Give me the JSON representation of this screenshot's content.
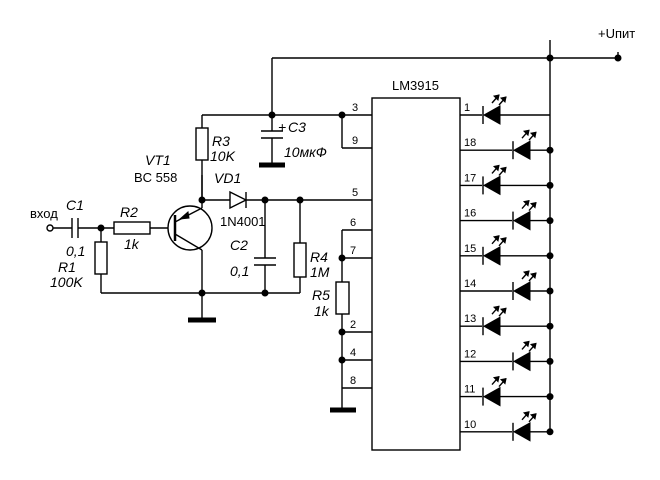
{
  "power": {
    "label": "+Uпит"
  },
  "ic": {
    "name": "LM3915",
    "left_pins": [
      "3",
      "9",
      "5",
      "6",
      "7",
      "2",
      "4",
      "8"
    ],
    "right_pins": [
      "1",
      "18",
      "17",
      "16",
      "15",
      "14",
      "13",
      "12",
      "11",
      "10"
    ]
  },
  "input": {
    "label": "вход"
  },
  "components": {
    "c1": {
      "name": "C1",
      "value": "0,1"
    },
    "r1": {
      "name": "R1",
      "value": "100K"
    },
    "r2": {
      "name": "R2",
      "value": "1k"
    },
    "vt1": {
      "name": "VT1",
      "value": "BC 558"
    },
    "r3": {
      "name": "R3",
      "value": "10K"
    },
    "vd1": {
      "name": "VD1",
      "value": "1N4001"
    },
    "c2": {
      "name": "C2",
      "value": "0,1"
    },
    "c3": {
      "name": "C3",
      "value": "10мкФ",
      "polarity": "+"
    },
    "r4": {
      "name": "R4",
      "value": "1M"
    },
    "r5": {
      "name": "R5",
      "value": "1k"
    }
  }
}
